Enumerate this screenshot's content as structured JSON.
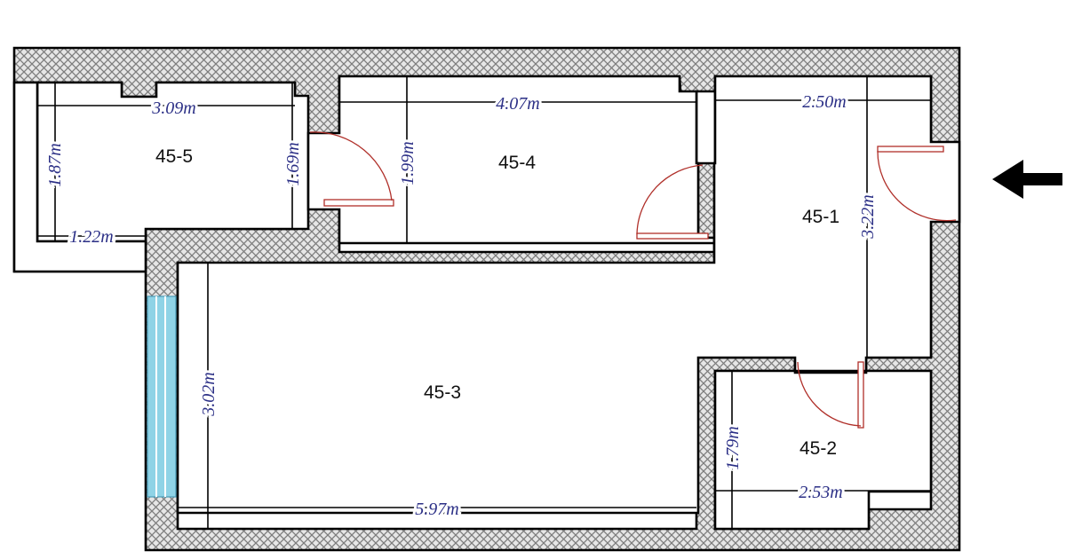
{
  "colors": {
    "wall_hatch": "#8c8c8c",
    "wall_edge": "#000000",
    "dimension_text": "#2b2f86",
    "door": "#b0302a",
    "window": "#8fd3e6"
  },
  "rooms": {
    "r45_1": "45-1",
    "r45_2": "45-2",
    "r45_3": "45-3",
    "r45_4": "45-4",
    "r45_5": "45-5"
  },
  "dimensions": {
    "d309": "3.09m",
    "d407": "4.07m",
    "d250": "2.50m",
    "d187": "1.87m",
    "d169": "1.69m",
    "d199": "1.99m",
    "d122": "1.22m",
    "d322": "3.22m",
    "d302": "3.02m",
    "d597": "5.97m",
    "d179": "1.79m",
    "d253": "2.53m"
  },
  "icons": {
    "entrance": "arrow-left-icon"
  }
}
